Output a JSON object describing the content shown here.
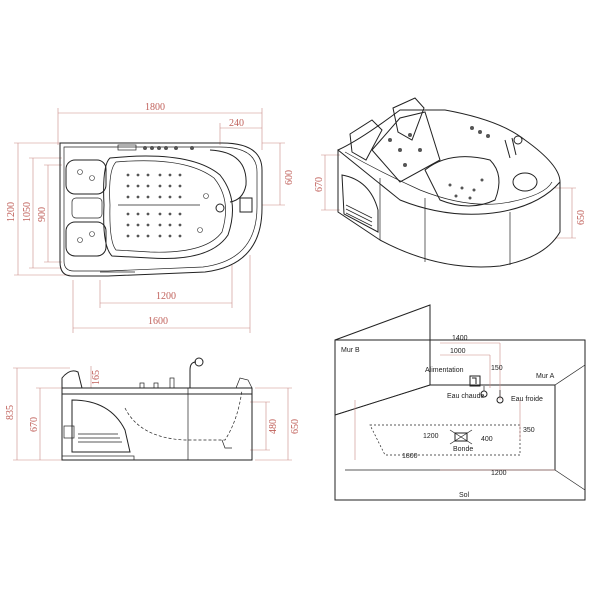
{
  "top_view": {
    "dims": {
      "width_total": "1800",
      "top_right": "240",
      "right_side": "600",
      "left_outer": "1200",
      "left_mid": "1050",
      "left_inner": "900",
      "bottom_inner": "1200",
      "bottom_outer": "1600"
    }
  },
  "iso_view": {
    "dims": {
      "left_height": "670",
      "right_height": "650"
    }
  },
  "side_view": {
    "dims": {
      "total_height": "835",
      "tub_height": "670",
      "top_step": "165",
      "right_inner": "480",
      "right_outer": "650"
    }
  },
  "room_view": {
    "labels": {
      "wall_b": "Mur B",
      "wall_a": "Mur A",
      "supply": "Alimentation",
      "hot_water": "Eau chaude",
      "cold_water": "Eau froide",
      "drain": "Bonde",
      "floor": "Sol"
    },
    "dims": {
      "d1400": "1400",
      "d1000": "1000",
      "d150": "150",
      "d350": "350",
      "floor_1200a": "1200",
      "floor_400": "400",
      "floor_1800": "1800",
      "floor_1200b": "1200"
    }
  }
}
